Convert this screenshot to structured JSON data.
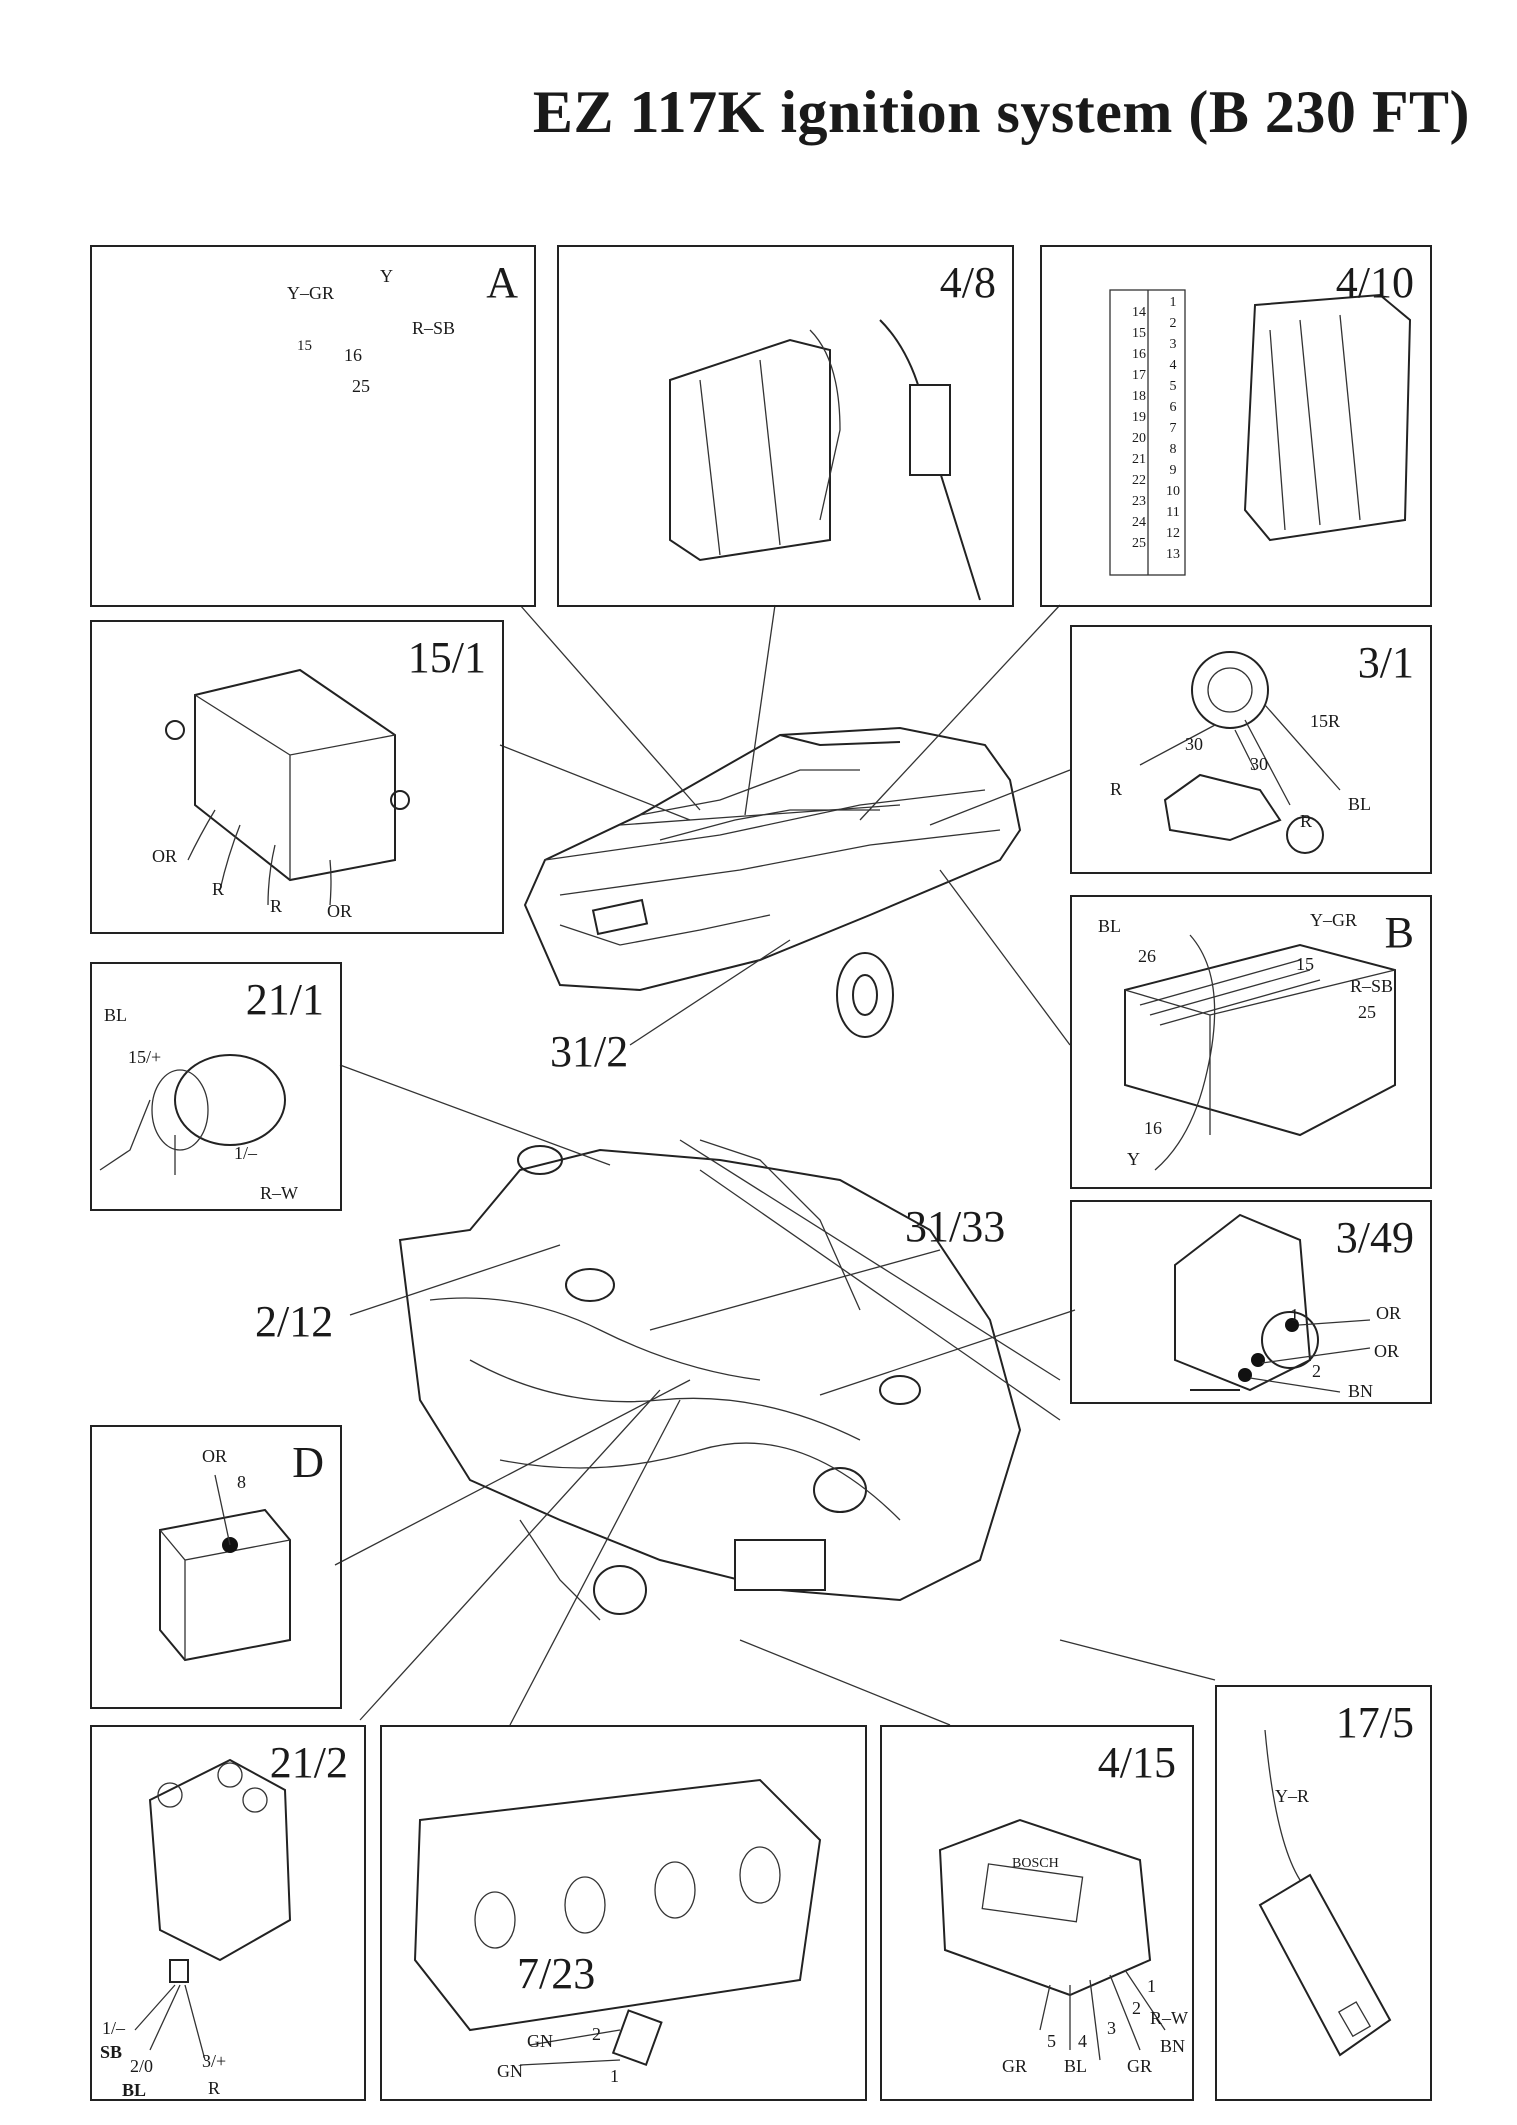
{
  "title": "EZ 117K ignition system (B 230 FT)",
  "panels": {
    "A": {
      "id": "A",
      "labels": [
        "Y–GR",
        "Y",
        "15",
        "16",
        "R–SB",
        "25"
      ]
    },
    "p4_8": {
      "id": "4/8"
    },
    "p4_10": {
      "id": "4/10",
      "pins_left": [
        "14",
        "15",
        "16",
        "17",
        "18",
        "19",
        "20",
        "21",
        "22",
        "23",
        "24",
        "25"
      ],
      "pins_right": [
        "1",
        "2",
        "3",
        "4",
        "5",
        "6",
        "7",
        "8",
        "9",
        "10",
        "11",
        "12",
        "13"
      ]
    },
    "p15_1": {
      "id": "15/1",
      "labels": [
        "OR",
        "R",
        "R",
        "OR"
      ]
    },
    "p3_1": {
      "id": "3/1",
      "labels": [
        "15R",
        "30",
        "30",
        "R",
        "BL",
        "R"
      ]
    },
    "B": {
      "id": "B",
      "labels": [
        "BL",
        "Y–GR",
        "26",
        "15",
        "R–SB",
        "25",
        "16",
        "Y"
      ]
    },
    "p21_1": {
      "id": "21/1",
      "labels": [
        "BL",
        "15/+",
        "1/–",
        "R–W"
      ]
    },
    "p3_49": {
      "id": "3/49",
      "labels": [
        "1",
        "OR",
        "OR",
        "2",
        "BN"
      ]
    },
    "D": {
      "id": "D",
      "labels": [
        "OR",
        "8"
      ]
    },
    "p21_2": {
      "id": "21/2",
      "labels": [
        "1/–",
        "SB",
        "2/0",
        "BL",
        "3/+",
        "R"
      ]
    },
    "p7_23": {
      "id": "7/23",
      "labels": [
        "GN",
        "2",
        "GN",
        "1"
      ]
    },
    "p4_15": {
      "id": "4/15",
      "brand": "BOSCH",
      "labels": [
        "1",
        "2",
        "R–W",
        "3",
        "BN",
        "4",
        "GR",
        "5",
        "GR",
        "BL"
      ]
    },
    "p17_5": {
      "id": "17/5",
      "labels": [
        "Y–R"
      ]
    }
  },
  "callouts": {
    "c31_2": "31/2",
    "c2_12": "2/12",
    "c31_33": "31/33"
  }
}
